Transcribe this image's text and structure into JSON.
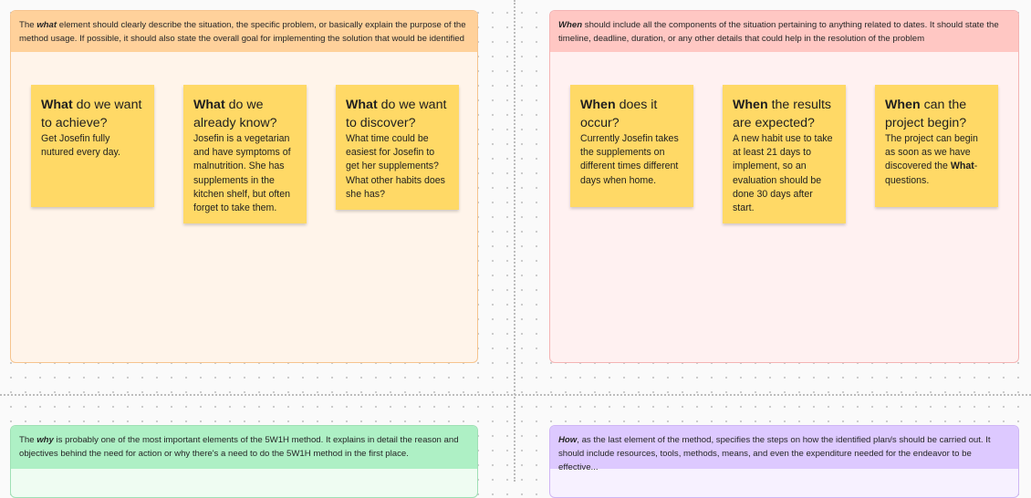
{
  "sections": {
    "what": {
      "header_keyword": "what",
      "header_pre": "The ",
      "header_post": " element should clearly describe the situation, the specific problem, or basically explain the purpose of the method usage. If possible, it should also state the overall goal for implementing the solution that would be identified",
      "color": "#ffd19b",
      "notes": [
        {
          "title_bold": "What",
          "title_rest": " do we want to achieve?",
          "body": "Get Josefin fully nutured every day."
        },
        {
          "title_bold": "What",
          "title_rest": " do we already know?",
          "body": "Josefin is a vegetarian and have symptoms of malnutrition. She has supplements in the kitchen shelf, but often forget to take them."
        },
        {
          "title_bold": "What",
          "title_rest": " do we want to discover?",
          "body": "What time could be easiest for Josefin to get her supplements? What other habits does she has?"
        }
      ]
    },
    "when": {
      "header_keyword": "When",
      "header_post": " should include all the components of the situation pertaining to anything related to dates. It should state the timeline, deadline, duration, or any other details that could help in the resolution of the problem",
      "color": "#ffc7c3",
      "notes": [
        {
          "title_bold": "When",
          "title_rest": " does it occur?",
          "body": "Currently Josefin takes the supplements on different times different days when home."
        },
        {
          "title_bold": "When",
          "title_rest": " the results are expected?",
          "body": "A new habit use to take at least 21 days to implement, so an evaluation should be done 30 days after start."
        },
        {
          "title_bold": "When",
          "title_rest": " can the project begin?",
          "body_pre": "The project can begin as soon as we have discovered the ",
          "body_bold": "What",
          "body_post": "-questions."
        }
      ]
    },
    "why": {
      "header_pre": "The ",
      "header_keyword": "why",
      "header_post": " is probably one of the most important elements of the 5W1H method. It explains in detail the reason and objectives behind the need for action or why there's a need to do the 5W1H method in the first place.",
      "color": "#aef0c5"
    },
    "how": {
      "header_keyword": "How",
      "header_post": ", as the last element of the method, specifies the steps on how the identified plan/s should be carried out. It should include resources, tools, methods, means, and even the expenditure needed for the endeavor to be effective...",
      "color": "#ddc9ff"
    }
  },
  "sticky_color": "#ffd966"
}
